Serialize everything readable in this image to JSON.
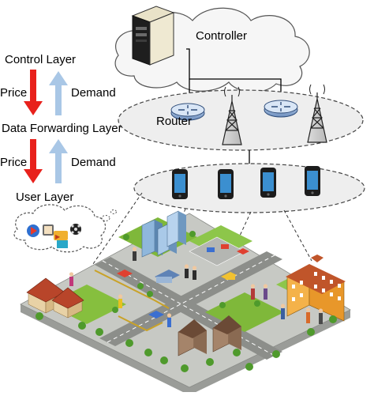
{
  "diagram": {
    "controller_label": "Controller",
    "router_label": "Router",
    "layers": {
      "control": "Control Layer",
      "forwarding": "Data Forwarding Layer",
      "user": "User Layer"
    },
    "flows": {
      "upper_price": "Price",
      "upper_demand": "Demand",
      "lower_price": "Price",
      "lower_demand": "Demand"
    },
    "colors": {
      "price_arrow": "#e8211c",
      "demand_arrow": "#a9c7e6",
      "ellipse_fill": "#eeeeee",
      "ground": "#c7c9c4",
      "road": "#8c8e8a",
      "grass": "#7fb83a",
      "phone_screen": "#3b8fd0",
      "apartment": "#f0a52d",
      "house_roof": "#b8452a"
    },
    "icons": [
      "server-icon",
      "router-icon",
      "cell-tower-icon",
      "smartphone-icon",
      "thought-bubble-icon",
      "media-icon"
    ]
  }
}
